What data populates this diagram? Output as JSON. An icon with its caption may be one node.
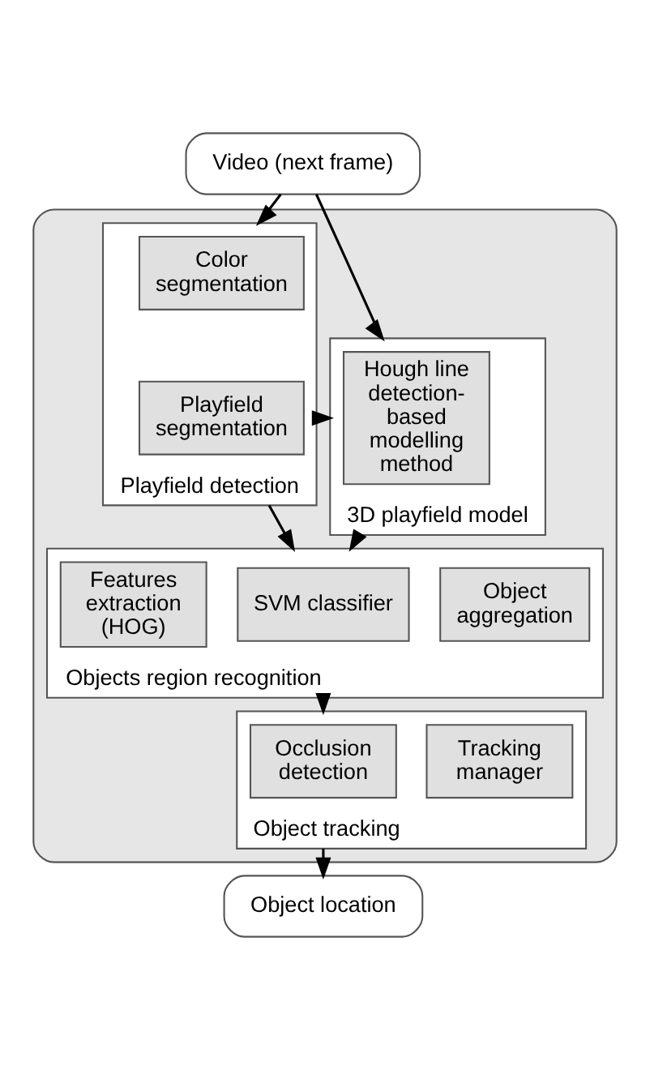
{
  "diagram": {
    "nodes": [
      {
        "text": [
          "Video (next frame)"
        ]
      },
      {
        "text": [],
        "shape": "box"
      },
      {
        "text": [
          "Playfield detection"
        ],
        "in": 1
      },
      {
        "text": [
          "Color segmentation"
        ],
        "in": 2
      },
      {
        "text": [
          "Playfield segmentation"
        ],
        "in": 2
      },
      {
        "text": [
          "3D playfield model"
        ],
        "in": 1
      },
      {
        "text": [
          "Hough line detection-based modelling method"
        ],
        "in": 5
      },
      {
        "text": [
          "Objects region recognition"
        ],
        "in": 1
      },
      {
        "text": [
          "Features extraction (HOG)"
        ],
        "in": 7
      },
      {
        "text": [
          "SVM classifier"
        ],
        "in": 7
      },
      {
        "text": [
          "Object aggregation"
        ],
        "in": 7
      },
      {
        "text": [
          "Object tracking"
        ],
        "in": 1
      },
      {
        "text": [
          "Occlusion detection"
        ],
        "in": 11
      },
      {
        "text": [
          "Tracking manager"
        ],
        "in": 11
      },
      {
        "text": [
          "Object location"
        ]
      }
    ],
    "edges": [
      {
        "from": 0,
        "to": 2,
        "arrow": "to"
      },
      {
        "from": 0,
        "to": 5,
        "arrow": "to"
      },
      {
        "from": 2,
        "to": 5,
        "arrow": "to"
      },
      {
        "from": 2,
        "to": 7,
        "arrow": "to"
      },
      {
        "from": 5,
        "to": 7,
        "arrow": "to"
      },
      {
        "from": 7,
        "to": 11,
        "arrow": "to"
      },
      {
        "from": 11,
        "to": 14,
        "arrow": "to"
      }
    ]
  }
}
